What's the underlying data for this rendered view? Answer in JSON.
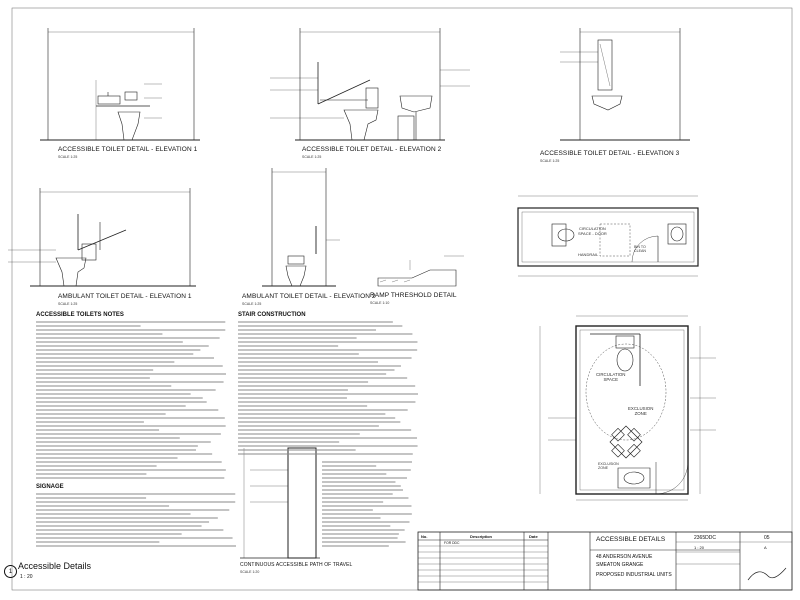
{
  "elevations": {
    "e1": {
      "title": "ACCESSIBLE TOILET DETAIL - ELEVATION 1",
      "scale": "SCALE 1:25"
    },
    "e2": {
      "title": "ACCESSIBLE TOILET DETAIL - ELEVATION 2",
      "scale": "SCALE 1:25"
    },
    "e3": {
      "title": "ACCESSIBLE TOILET DETAIL - ELEVATION 3",
      "scale": "SCALE 1:25"
    },
    "a1": {
      "title": "AMBULANT TOILET DETAIL - ELEVATION 1",
      "scale": "SCALE 1:25"
    },
    "a2": {
      "title": "AMBULANT TOILET DETAIL - ELEVATION 2",
      "scale": "SCALE 1:25"
    },
    "ramp": {
      "title": "RAMP THRESHOLD DETAIL",
      "scale": "SCALE 1:10"
    }
  },
  "plan": {
    "circulation_label": "CIRCULATION\nSPACE - DOOR",
    "handrail_label": "HANDRAIL",
    "bin_label": "BIN TO\nCLEAN",
    "exclusion_label": "EXCLUSION\nZONE",
    "exclusion_label2": "EXCLUSION\nZONE",
    "circulation_space2": "CIRCULATION\nSPACE"
  },
  "notes": {
    "accessible_title": "ACCESSIBLE TOILETS NOTES",
    "stair_title": "STAIR CONSTRUCTION",
    "signage_title": "SIGNAGE",
    "path_title": "CONTINUOUS ACCESSIBLE PATH OF TRAVEL",
    "path_scale": "SCALE 1:20"
  },
  "title_block": {
    "col_no": "No.",
    "col_desc": "Description",
    "col_date": "Date",
    "row1_desc": "FOR DDC",
    "sheet_title": "ACCESSIBLE DETAILS",
    "address1": "48 ANDERSON AVENUE",
    "address2": "SMEATON GRANGE",
    "project": "PROPOSED INDUSTRIAL UNITS",
    "job_no": "2365DDC",
    "scale": "1 : 20",
    "sheet_no": "05",
    "revision": "A"
  },
  "footer": {
    "number": "1",
    "title": "Accessible Details",
    "scale": "1 : 20"
  }
}
